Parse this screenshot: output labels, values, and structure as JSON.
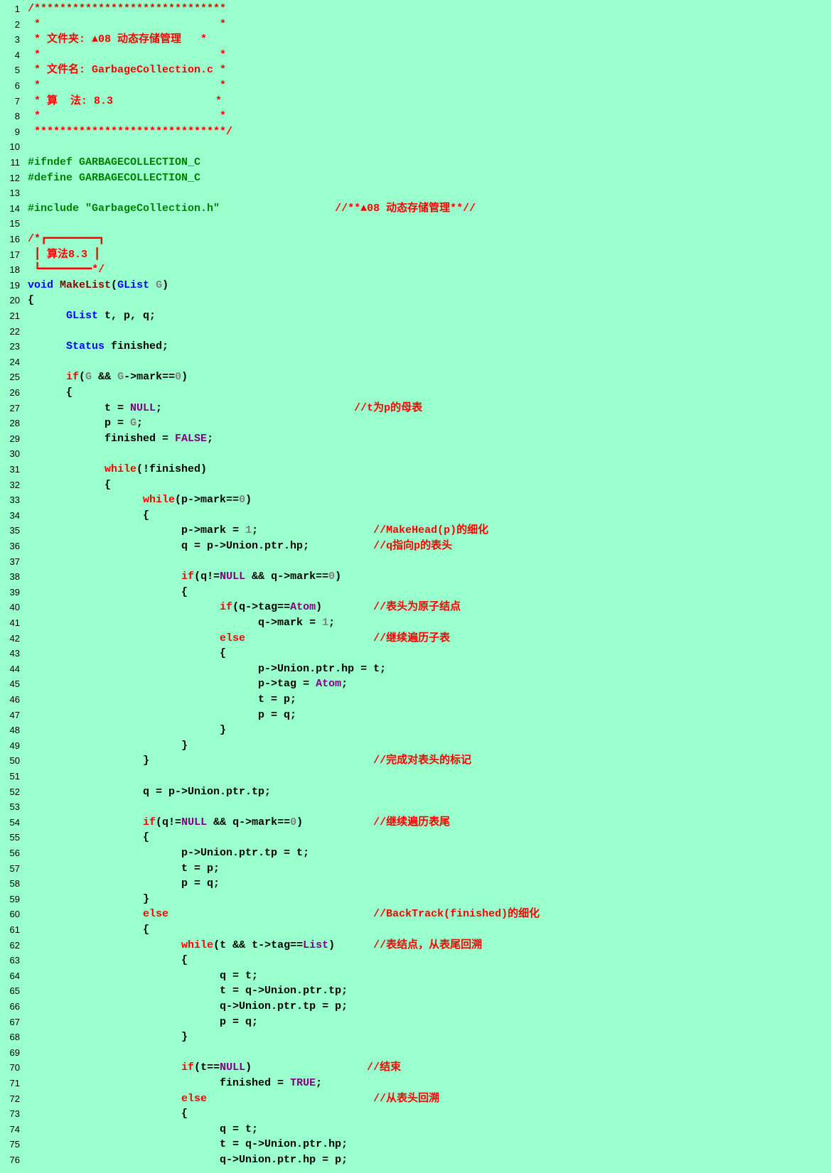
{
  "editor": {
    "lines": [
      {
        "n": "1",
        "t": [
          {
            "c": "comment",
            "s": "/******************************"
          }
        ]
      },
      {
        "n": "2",
        "t": [
          {
            "c": "comment",
            "s": " *                            *"
          }
        ]
      },
      {
        "n": "3",
        "t": [
          {
            "c": "comment",
            "s": " * 文件夹: ▲08 动态存储管理   *"
          }
        ]
      },
      {
        "n": "4",
        "t": [
          {
            "c": "comment",
            "s": " *                            *"
          }
        ]
      },
      {
        "n": "5",
        "t": [
          {
            "c": "comment",
            "s": " * 文件名: GarbageCollection.c *"
          }
        ]
      },
      {
        "n": "6",
        "t": [
          {
            "c": "comment",
            "s": " *                            *"
          }
        ]
      },
      {
        "n": "7",
        "t": [
          {
            "c": "comment",
            "s": " * 算  法: 8.3                *"
          }
        ]
      },
      {
        "n": "8",
        "t": [
          {
            "c": "comment",
            "s": " *                            *"
          }
        ]
      },
      {
        "n": "9",
        "t": [
          {
            "c": "comment",
            "s": " ******************************/"
          }
        ]
      },
      {
        "n": "10",
        "t": []
      },
      {
        "n": "11",
        "t": [
          {
            "c": "pre",
            "s": "#ifndef GARBAGECOLLECTION_C"
          }
        ]
      },
      {
        "n": "12",
        "t": [
          {
            "c": "pre",
            "s": "#define GARBAGECOLLECTION_C"
          }
        ]
      },
      {
        "n": "13",
        "t": []
      },
      {
        "n": "14",
        "t": [
          {
            "c": "pre",
            "s": "#include \"GarbageCollection.h\""
          },
          {
            "c": "text",
            "s": "                  "
          },
          {
            "c": "comment",
            "s": "//**▲08 动态存储管理**//"
          }
        ]
      },
      {
        "n": "15",
        "t": []
      },
      {
        "n": "16",
        "t": [
          {
            "c": "boxcmt",
            "s": "/*┏━━━━━━━━┓"
          }
        ]
      },
      {
        "n": "17",
        "t": [
          {
            "c": "boxcmt",
            "s": " ┃ 算法8.3 ┃"
          }
        ]
      },
      {
        "n": "18",
        "t": [
          {
            "c": "boxcmt",
            "s": " ┗━━━━━━━━*/"
          }
        ]
      },
      {
        "n": "19",
        "t": [
          {
            "c": "type",
            "s": "void"
          },
          {
            "c": "text",
            "s": " "
          },
          {
            "c": "func",
            "s": "MakeList"
          },
          {
            "c": "text",
            "s": "("
          },
          {
            "c": "type",
            "s": "GList"
          },
          {
            "c": "text",
            "s": " "
          },
          {
            "c": "param",
            "s": "G"
          },
          {
            "c": "text",
            "s": ")"
          }
        ]
      },
      {
        "n": "20",
        "t": [
          {
            "c": "text",
            "s": "{"
          }
        ]
      },
      {
        "n": "21",
        "t": [
          {
            "c": "text",
            "s": "      "
          },
          {
            "c": "type",
            "s": "GList"
          },
          {
            "c": "text",
            "s": " t, p, q;"
          }
        ]
      },
      {
        "n": "22",
        "t": []
      },
      {
        "n": "23",
        "t": [
          {
            "c": "text",
            "s": "      "
          },
          {
            "c": "type",
            "s": "Status"
          },
          {
            "c": "text",
            "s": " finished;"
          }
        ]
      },
      {
        "n": "24",
        "t": []
      },
      {
        "n": "25",
        "t": [
          {
            "c": "text",
            "s": "      "
          },
          {
            "c": "kw",
            "s": "if"
          },
          {
            "c": "text",
            "s": "("
          },
          {
            "c": "param",
            "s": "G"
          },
          {
            "c": "text",
            "s": " && "
          },
          {
            "c": "param",
            "s": "G"
          },
          {
            "c": "text",
            "s": "->mark=="
          },
          {
            "c": "num",
            "s": "0"
          },
          {
            "c": "text",
            "s": ")"
          }
        ]
      },
      {
        "n": "26",
        "t": [
          {
            "c": "text",
            "s": "      {"
          }
        ]
      },
      {
        "n": "27",
        "t": [
          {
            "c": "text",
            "s": "            t = "
          },
          {
            "c": "const",
            "s": "NULL"
          },
          {
            "c": "text",
            "s": ";                              "
          },
          {
            "c": "comment",
            "s": "//t为p的母表"
          }
        ]
      },
      {
        "n": "28",
        "t": [
          {
            "c": "text",
            "s": "            p = "
          },
          {
            "c": "param",
            "s": "G"
          },
          {
            "c": "text",
            "s": ";"
          }
        ]
      },
      {
        "n": "29",
        "t": [
          {
            "c": "text",
            "s": "            finished = "
          },
          {
            "c": "const",
            "s": "FALSE"
          },
          {
            "c": "text",
            "s": ";"
          }
        ]
      },
      {
        "n": "30",
        "t": []
      },
      {
        "n": "31",
        "t": [
          {
            "c": "text",
            "s": "            "
          },
          {
            "c": "kw",
            "s": "while"
          },
          {
            "c": "text",
            "s": "(!finished)"
          }
        ]
      },
      {
        "n": "32",
        "t": [
          {
            "c": "text",
            "s": "            {"
          }
        ]
      },
      {
        "n": "33",
        "t": [
          {
            "c": "text",
            "s": "                  "
          },
          {
            "c": "kw",
            "s": "while"
          },
          {
            "c": "text",
            "s": "(p->mark=="
          },
          {
            "c": "num",
            "s": "0"
          },
          {
            "c": "text",
            "s": ")"
          }
        ]
      },
      {
        "n": "34",
        "t": [
          {
            "c": "text",
            "s": "                  {"
          }
        ]
      },
      {
        "n": "35",
        "t": [
          {
            "c": "text",
            "s": "                        p->mark = "
          },
          {
            "c": "num",
            "s": "1"
          },
          {
            "c": "text",
            "s": ";                  "
          },
          {
            "c": "comment",
            "s": "//MakeHead(p)的细化"
          }
        ]
      },
      {
        "n": "36",
        "t": [
          {
            "c": "text",
            "s": "                        q = p->Union.ptr.hp;          "
          },
          {
            "c": "comment",
            "s": "//q指向p的表头"
          }
        ]
      },
      {
        "n": "37",
        "t": []
      },
      {
        "n": "38",
        "t": [
          {
            "c": "text",
            "s": "                        "
          },
          {
            "c": "kw",
            "s": "if"
          },
          {
            "c": "text",
            "s": "(q!="
          },
          {
            "c": "const",
            "s": "NULL"
          },
          {
            "c": "text",
            "s": " && q->mark=="
          },
          {
            "c": "num",
            "s": "0"
          },
          {
            "c": "text",
            "s": ")"
          }
        ]
      },
      {
        "n": "39",
        "t": [
          {
            "c": "text",
            "s": "                        {"
          }
        ]
      },
      {
        "n": "40",
        "t": [
          {
            "c": "text",
            "s": "                              "
          },
          {
            "c": "kw",
            "s": "if"
          },
          {
            "c": "text",
            "s": "(q->tag=="
          },
          {
            "c": "const",
            "s": "Atom"
          },
          {
            "c": "text",
            "s": ")        "
          },
          {
            "c": "comment",
            "s": "//表头为原子结点"
          }
        ]
      },
      {
        "n": "41",
        "t": [
          {
            "c": "text",
            "s": "                                    q->mark = "
          },
          {
            "c": "num",
            "s": "1"
          },
          {
            "c": "text",
            "s": ";"
          }
        ]
      },
      {
        "n": "42",
        "t": [
          {
            "c": "text",
            "s": "                              "
          },
          {
            "c": "kw",
            "s": "else"
          },
          {
            "c": "text",
            "s": "                    "
          },
          {
            "c": "comment",
            "s": "//继续遍历子表"
          }
        ]
      },
      {
        "n": "43",
        "t": [
          {
            "c": "text",
            "s": "                              {"
          }
        ]
      },
      {
        "n": "44",
        "t": [
          {
            "c": "text",
            "s": "                                    p->Union.ptr.hp = t;"
          }
        ]
      },
      {
        "n": "45",
        "t": [
          {
            "c": "text",
            "s": "                                    p->tag = "
          },
          {
            "c": "const",
            "s": "Atom"
          },
          {
            "c": "text",
            "s": ";"
          }
        ]
      },
      {
        "n": "46",
        "t": [
          {
            "c": "text",
            "s": "                                    t = p;"
          }
        ]
      },
      {
        "n": "47",
        "t": [
          {
            "c": "text",
            "s": "                                    p = q;"
          }
        ]
      },
      {
        "n": "48",
        "t": [
          {
            "c": "text",
            "s": "                              }"
          }
        ]
      },
      {
        "n": "49",
        "t": [
          {
            "c": "text",
            "s": "                        }"
          }
        ]
      },
      {
        "n": "50",
        "t": [
          {
            "c": "text",
            "s": "                  }                                   "
          },
          {
            "c": "comment",
            "s": "//完成对表头的标记"
          }
        ]
      },
      {
        "n": "51",
        "t": []
      },
      {
        "n": "52",
        "t": [
          {
            "c": "text",
            "s": "                  q = p->Union.ptr.tp;"
          }
        ]
      },
      {
        "n": "53",
        "t": []
      },
      {
        "n": "54",
        "t": [
          {
            "c": "text",
            "s": "                  "
          },
          {
            "c": "kw",
            "s": "if"
          },
          {
            "c": "text",
            "s": "(q!="
          },
          {
            "c": "const",
            "s": "NULL"
          },
          {
            "c": "text",
            "s": " && q->mark=="
          },
          {
            "c": "num",
            "s": "0"
          },
          {
            "c": "text",
            "s": ")           "
          },
          {
            "c": "comment",
            "s": "//继续遍历表尾"
          }
        ]
      },
      {
        "n": "55",
        "t": [
          {
            "c": "text",
            "s": "                  {"
          }
        ]
      },
      {
        "n": "56",
        "t": [
          {
            "c": "text",
            "s": "                        p->Union.ptr.tp = t;"
          }
        ]
      },
      {
        "n": "57",
        "t": [
          {
            "c": "text",
            "s": "                        t = p;"
          }
        ]
      },
      {
        "n": "58",
        "t": [
          {
            "c": "text",
            "s": "                        p = q;"
          }
        ]
      },
      {
        "n": "59",
        "t": [
          {
            "c": "text",
            "s": "                  }"
          }
        ]
      },
      {
        "n": "60",
        "t": [
          {
            "c": "text",
            "s": "                  "
          },
          {
            "c": "kw",
            "s": "else"
          },
          {
            "c": "text",
            "s": "                                "
          },
          {
            "c": "comment",
            "s": "//BackTrack(finished)的细化"
          }
        ]
      },
      {
        "n": "61",
        "t": [
          {
            "c": "text",
            "s": "                  {"
          }
        ]
      },
      {
        "n": "62",
        "t": [
          {
            "c": "text",
            "s": "                        "
          },
          {
            "c": "kw",
            "s": "while"
          },
          {
            "c": "text",
            "s": "(t && t->tag=="
          },
          {
            "c": "const",
            "s": "List"
          },
          {
            "c": "text",
            "s": ")      "
          },
          {
            "c": "comment",
            "s": "//表结点，从表尾回溯"
          }
        ]
      },
      {
        "n": "63",
        "t": [
          {
            "c": "text",
            "s": "                        {"
          }
        ]
      },
      {
        "n": "64",
        "t": [
          {
            "c": "text",
            "s": "                              q = t;"
          }
        ]
      },
      {
        "n": "65",
        "t": [
          {
            "c": "text",
            "s": "                              t = q->Union.ptr.tp;"
          }
        ]
      },
      {
        "n": "66",
        "t": [
          {
            "c": "text",
            "s": "                              q->Union.ptr.tp = p;"
          }
        ]
      },
      {
        "n": "67",
        "t": [
          {
            "c": "text",
            "s": "                              p = q;"
          }
        ]
      },
      {
        "n": "68",
        "t": [
          {
            "c": "text",
            "s": "                        }"
          }
        ]
      },
      {
        "n": "69",
        "t": []
      },
      {
        "n": "70",
        "t": [
          {
            "c": "text",
            "s": "                        "
          },
          {
            "c": "kw",
            "s": "if"
          },
          {
            "c": "text",
            "s": "(t=="
          },
          {
            "c": "const",
            "s": "NULL"
          },
          {
            "c": "text",
            "s": ")                  "
          },
          {
            "c": "comment",
            "s": "//结束"
          }
        ]
      },
      {
        "n": "71",
        "t": [
          {
            "c": "text",
            "s": "                              finished = "
          },
          {
            "c": "const",
            "s": "TRUE"
          },
          {
            "c": "text",
            "s": ";"
          }
        ]
      },
      {
        "n": "72",
        "t": [
          {
            "c": "text",
            "s": "                        "
          },
          {
            "c": "kw",
            "s": "else"
          },
          {
            "c": "text",
            "s": "                          "
          },
          {
            "c": "comment",
            "s": "//从表头回溯"
          }
        ]
      },
      {
        "n": "73",
        "t": [
          {
            "c": "text",
            "s": "                        {"
          }
        ]
      },
      {
        "n": "74",
        "t": [
          {
            "c": "text",
            "s": "                              q = t;"
          }
        ]
      },
      {
        "n": "75",
        "t": [
          {
            "c": "text",
            "s": "                              t = q->Union.ptr.hp;"
          }
        ]
      },
      {
        "n": "76",
        "t": [
          {
            "c": "text",
            "s": "                              q->Union.ptr.hp = p;"
          }
        ]
      }
    ]
  }
}
